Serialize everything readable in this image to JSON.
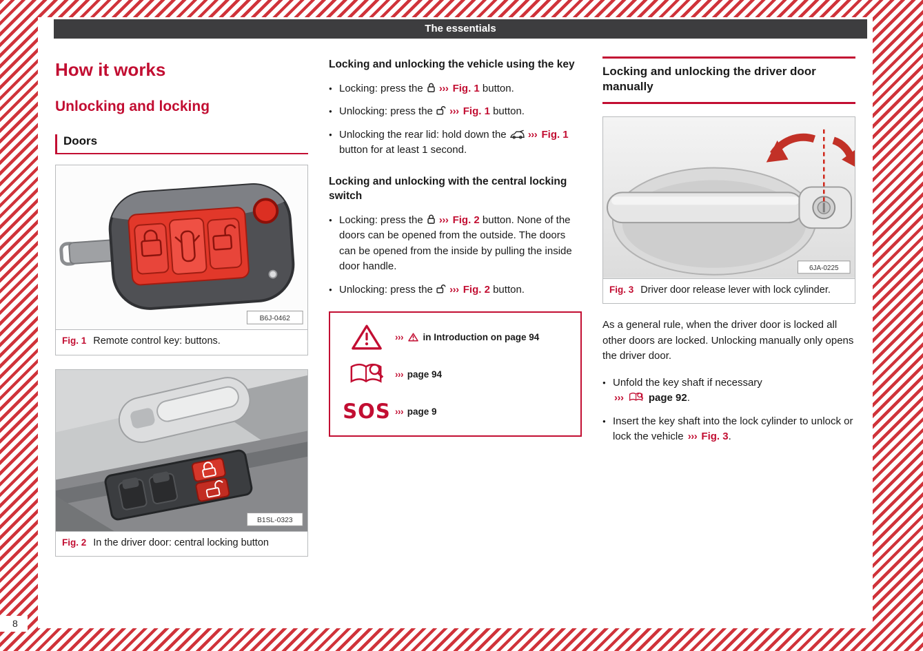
{
  "ui": {
    "arrows": "›››",
    "colors": {
      "accent": "#c20e32",
      "stripe": "#d0333a",
      "header_bg": "#3d3d3f"
    }
  },
  "header": {
    "title": "The essentials"
  },
  "footer": {
    "page_number": "8"
  },
  "left_column": {
    "title": "How it works",
    "subtitle": "Unlocking and locking",
    "section_heading": "Doors",
    "fig1": {
      "label": "Fig. 1",
      "caption": "Remote control key: buttons.",
      "image_code": "B6J-0462"
    },
    "fig2": {
      "label": "Fig. 2",
      "caption": "In the driver door: central locking button",
      "image_code": "B1SL-0323"
    }
  },
  "middle_column": {
    "section1": {
      "heading": "Locking and unlocking the vehicle using the key",
      "bullets": [
        {
          "pre": "Locking: press the ",
          "icon": "padlock-closed-icon",
          "ref": "Fig. 1",
          "post": " button."
        },
        {
          "pre": "Unlocking: press the ",
          "icon": "padlock-open-icon",
          "ref": "Fig. 1",
          "post": " button."
        },
        {
          "pre": "Unlocking the rear lid: hold down the ",
          "icon": "rear-lid-icon",
          "ref": "Fig. 1",
          "post": " button for at least 1 second."
        }
      ]
    },
    "section2": {
      "heading": "Locking and unlocking with the central locking switch",
      "bullets": [
        {
          "pre": "Locking: press the ",
          "icon": "padlock-closed-icon",
          "ref": "Fig. 2",
          "post": " button. None of the doors can be opened from the outside. The doors can be opened from the inside by pulling the inside door handle."
        },
        {
          "pre": "Unlocking: press the ",
          "icon": "padlock-open-icon",
          "ref": "Fig. 2",
          "post": " button."
        }
      ]
    },
    "refbox": {
      "row1": {
        "icon": "warning-triangle-icon",
        "text": "in Introduction on page 94"
      },
      "row2": {
        "icon": "book-search-icon",
        "text": "page 94"
      },
      "row3": {
        "label": "SOS",
        "text": "page 9"
      }
    }
  },
  "right_column": {
    "heading": "Locking and unlocking the driver door manually",
    "fig3": {
      "label": "Fig. 3",
      "caption": "Driver door release lever with lock cylinder.",
      "image_code": "6JA-0225"
    },
    "paragraph": "As a general rule, when the driver door is locked all other doors are locked. Unlocking manually only opens the driver door.",
    "bullets": [
      {
        "pre": "Unfold the key shaft if necessary",
        "icon": "book-search-icon",
        "page_ref": "page 92",
        "post": "."
      },
      {
        "pre": "Insert the key shaft into the lock cylinder to unlock or lock the vehicle ",
        "ref": "Fig. 3",
        "post": "."
      }
    ]
  }
}
